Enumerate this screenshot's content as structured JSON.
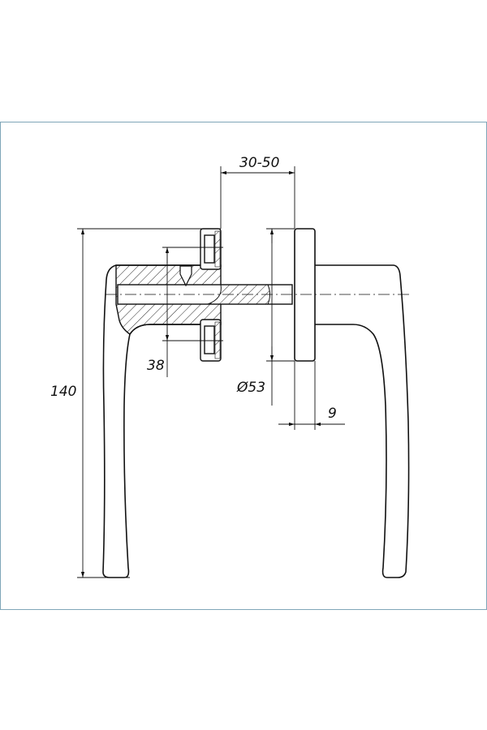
{
  "drawing": {
    "dimensions": {
      "door_thickness": "30-50",
      "square_spindle_gap": "38",
      "rosette_diameter": "Ø53",
      "rosette_thickness": "9",
      "handle_height": "140"
    },
    "colors": {
      "line": "#111111",
      "frame": "#7fa6b8"
    }
  }
}
